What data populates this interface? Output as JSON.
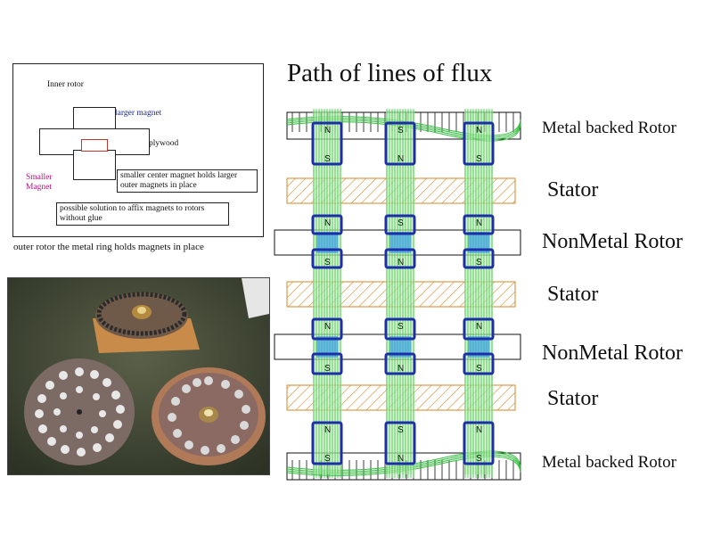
{
  "title": "Path of lines of flux",
  "sketch": {
    "inner_rotor": "Inner rotor",
    "larger_magnet": "larger magnet",
    "plywood": "plywood",
    "smaller_magnet_line1": "Smaller",
    "smaller_magnet_line2": "Magnet",
    "note_center_line1": "smaller center magnet holds larger",
    "note_center_line2": "outer magnets in place",
    "note_solution_line1": "possible solution to affix magnets to rotors",
    "note_solution_line2": "without glue"
  },
  "outer_caption": "outer rotor the metal ring holds magnets in place",
  "labels": {
    "metal_rotor_top": "Metal backed Rotor",
    "stator_1": "Stator",
    "nonmetal_rotor_1": "NonMetal Rotor",
    "stator_2": "Stator",
    "nonmetal_rotor_2": "NonMetal Rotor",
    "stator_3": "Stator",
    "metal_rotor_bottom": "Metal backed Rotor"
  },
  "poles": {
    "n": "N",
    "s": "S"
  },
  "colors": {
    "flux": "#2fbf3a",
    "magnet_border": "#1c2fa8",
    "magnet_fill": "#3aa0e8",
    "stator_hatch": "#d08a2a",
    "magenta": "#b0157a",
    "navy": "#1a2a8c"
  }
}
